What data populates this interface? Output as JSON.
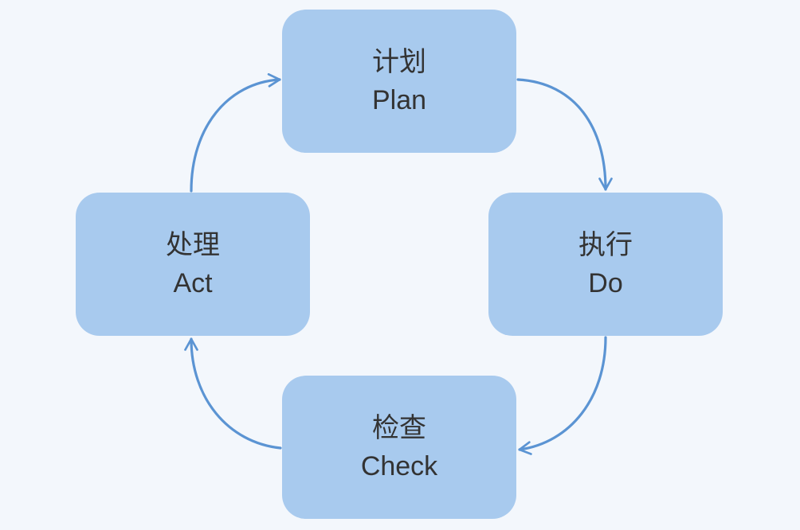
{
  "nodes": {
    "plan": {
      "label_cn": "计划",
      "label_en": "Plan"
    },
    "do": {
      "label_cn": "执行",
      "label_en": "Do"
    },
    "check": {
      "label_cn": "检查",
      "label_en": "Check"
    },
    "act": {
      "label_cn": "处理",
      "label_en": "Act"
    }
  },
  "edges": [
    {
      "from": "plan",
      "to": "do"
    },
    {
      "from": "do",
      "to": "check"
    },
    {
      "from": "check",
      "to": "act"
    },
    {
      "from": "act",
      "to": "plan"
    }
  ],
  "colors": {
    "background": "#f3f7fc",
    "box": "#a8caee",
    "arrow": "#5b94d3",
    "text": "#333333"
  }
}
